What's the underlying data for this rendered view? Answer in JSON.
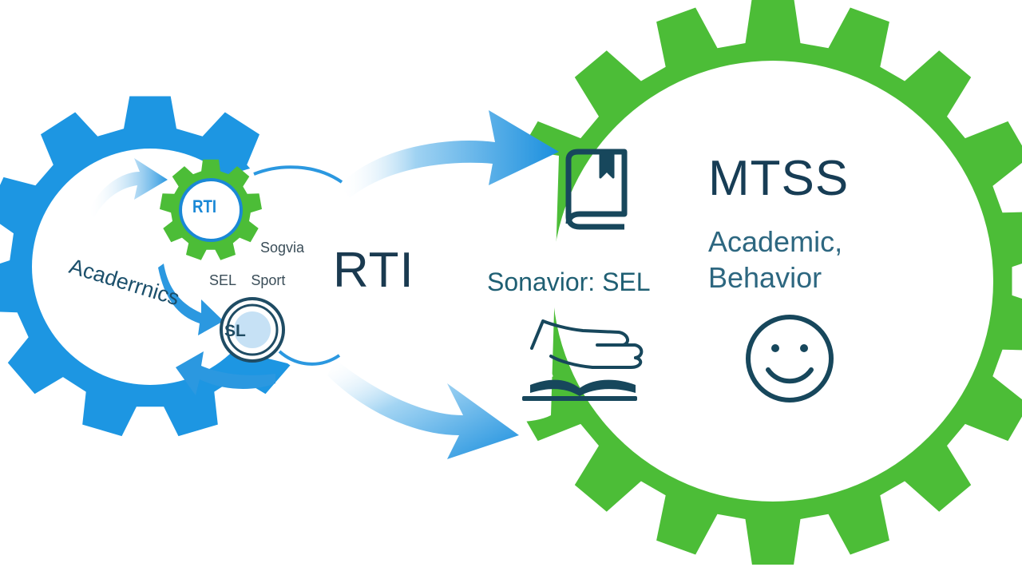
{
  "labels": {
    "academics": "Acaderrnics",
    "rti_gear": "RTI",
    "sogvia": "Sogvia",
    "sel_sport": "SEL Sport",
    "rti_main": "RTI",
    "badge": "SL",
    "sonavior": "Sonavior: SEL",
    "mtss": "MTSS",
    "academic": "Academic,",
    "behavior": "Behavior"
  },
  "colors": {
    "blue_gear": "#1d96e2",
    "green_gear": "#4cbd37",
    "dark_text": "#173d55",
    "icon": "#17475c"
  },
  "icons": [
    "book-icon",
    "hand-icon",
    "open-book-icon",
    "smiley-icon",
    "gear-icon",
    "arrow-icon"
  ]
}
